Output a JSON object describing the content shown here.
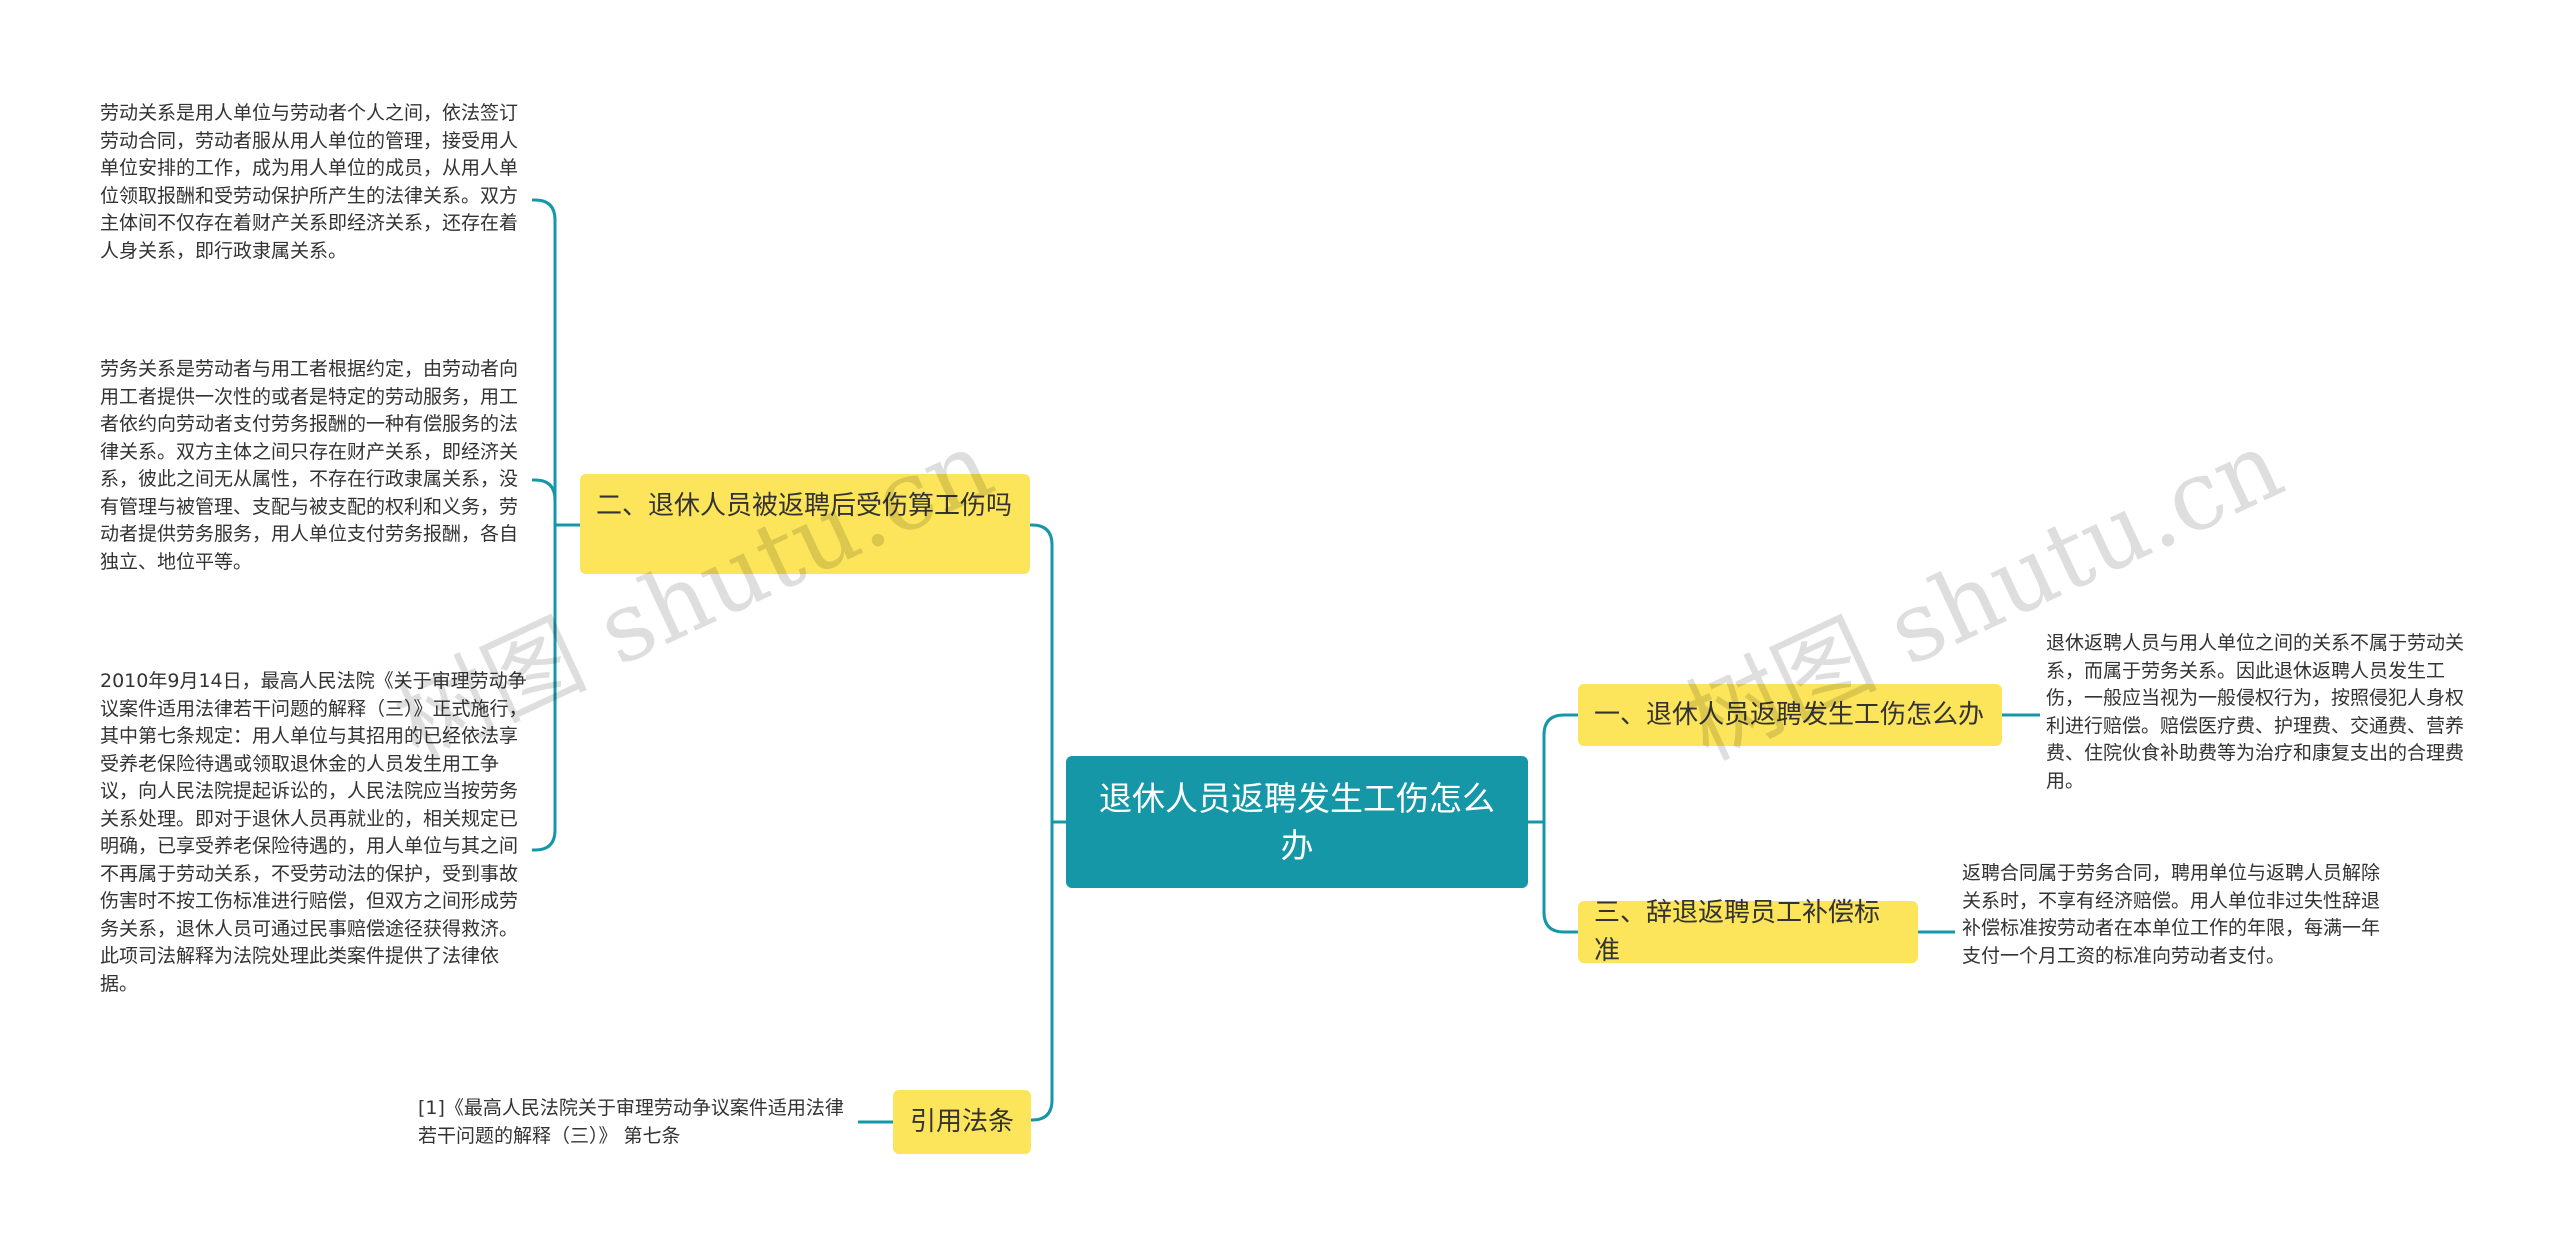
{
  "root": {
    "label": "退休人员返聘发生工伤怎么办"
  },
  "branches": {
    "b2": {
      "label": "二、退休人员被返聘后受伤算工伤吗"
    },
    "b1": {
      "label": "一、退休人员返聘发生工伤怎么办"
    },
    "b3": {
      "label": "三、辞退返聘员工补偿标准"
    },
    "ref": {
      "label": "引用法条"
    }
  },
  "leaves": {
    "labor_relation": "劳动关系是用人单位与劳动者个人之间，依法签订劳动合同，劳动者服从用人单位的管理，接受用人单位安排的工作，成为用人单位的成员，从用人单位领取报酬和受劳动保护所产生的法律关系。双方主体间不仅存在着财产关系即经济关系，还存在着人身关系，即行政隶属关系。",
    "service_relation": "劳务关系是劳动者与用工者根据约定，由劳动者向用工者提供一次性的或者是特定的劳动服务，用工者依约向劳动者支付劳务报酬的一种有偿服务的法律关系。双方主体之间只存在财产关系，即经济关系，彼此之间无从属性，不存在行政隶属关系，没有管理与被管理、支配与被支配的权利和义务，劳动者提供劳务服务，用人单位支付劳务报酬，各自独立、地位平等。",
    "interpretation": "2010年9月14日，最高人民法院《关于审理劳动争议案件适用法律若干问题的解释（三）》正式施行，其中第七条规定：用人单位与其招用的已经依法享受养老保险待遇或领取退休金的人员发生用工争议，向人民法院提起诉讼的，人民法院应当按劳务关系处理。即对于退休人员再就业的，相关规定已明确，已享受养老保险待遇的，用人单位与其之间不再属于劳动关系，不受劳动法的保护，受到事故伤害时不按工伤标准进行赔偿，但双方之间形成劳务关系，退休人员可通过民事赔偿途径获得救济。此项司法解释为法院处理此类案件提供了法律依据。",
    "b1_detail": "退休返聘人员与用人单位之间的关系不属于劳动关系，而属于劳务关系。因此退休返聘人员发生工伤，一般应当视为一般侵权行为，按照侵犯人身权利进行赔偿。赔偿医疗费、护理费、交通费、营养费、住院伙食补助费等为治疗和康复支出的合理费用。",
    "b3_detail": "返聘合同属于劳务合同，聘用单位与返聘人员解除关系时，不享有经济赔偿。用人单位非过失性辞退补偿标准按劳动者在本单位工作的年限，每满一年支付一个月工资的标准向劳动者支付。",
    "ref_detail": "[1]《最高人民法院关于审理劳动争议案件适用法律若干问题的解释（三）》 第七条"
  },
  "watermark": {
    "text1": "树图 shutu.cn",
    "text2": "树图 shutu.cn"
  },
  "colors": {
    "root": "#1597a8",
    "branch": "#fce55a",
    "line": "#1597a8"
  }
}
